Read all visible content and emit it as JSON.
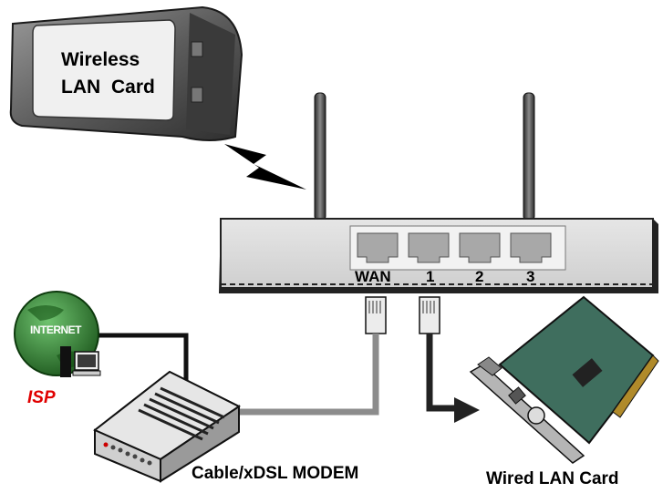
{
  "pcmcia_card": {
    "line1": "Wireless",
    "line2": "LAN  Card"
  },
  "router": {
    "ports": [
      "WAN",
      "1",
      "2",
      "3"
    ]
  },
  "internet": {
    "label": "INTERNET",
    "isp_label": "ISP"
  },
  "modem": {
    "label": "Cable/xDSL MODEM"
  },
  "pci_card": {
    "label": "Wired LAN Card"
  },
  "colors": {
    "router_body": "#d9d9d9",
    "port_face": "#c0c0c0",
    "cable_grey": "#8c8c8c",
    "globe_green": "#2f7a2f",
    "isp_red": "#e00000",
    "pci_board": "#3f6e5e"
  }
}
